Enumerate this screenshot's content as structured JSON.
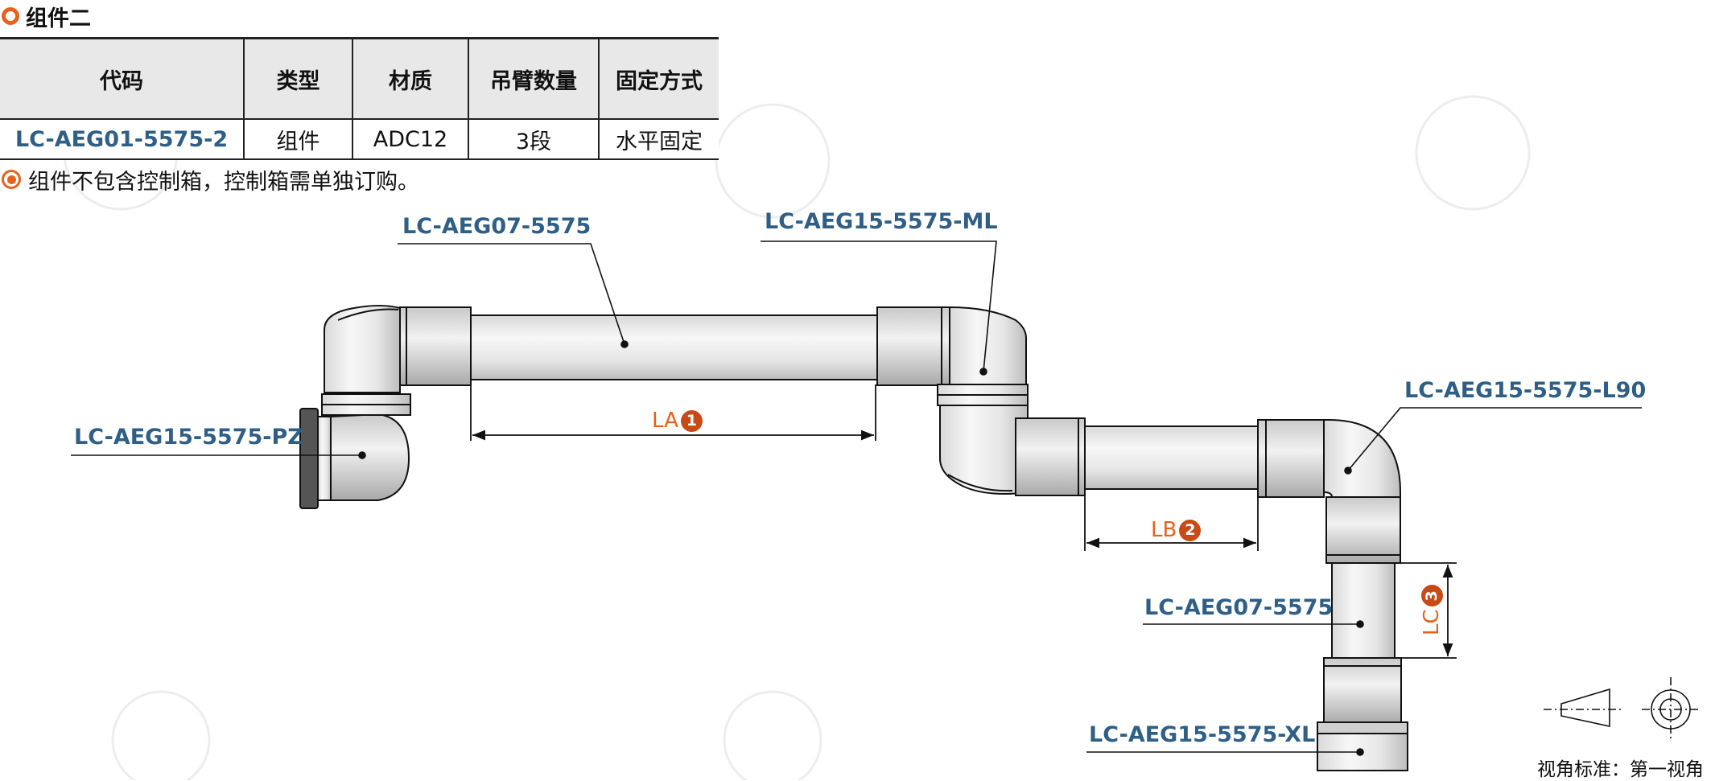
{
  "section": {
    "title": "组件二"
  },
  "table": {
    "headers": [
      "代码",
      "类型",
      "材质",
      "吊臂数量",
      "固定方式"
    ],
    "rows": [
      [
        "LC-AEG01-5575-2",
        "组件",
        "ADC12",
        "3段",
        "水平固定"
      ]
    ]
  },
  "note": "组件不包含控制箱，控制箱需单独订购。",
  "callouts": {
    "tube_top": "LC-AEG07-5575",
    "elbow_ml": "LC-AEG15-5575-ML",
    "base_pz": "LC-AEG15-5575-PZ",
    "elbow_l90": "LC-AEG15-5575-L90",
    "tube_vertical": "LC-AEG07-5575",
    "end_xl": "LC-AEG15-5575-XL"
  },
  "dimensions": {
    "la": {
      "label": "LA",
      "badge": "1"
    },
    "lb": {
      "label": "LB",
      "badge": "2"
    },
    "lc": {
      "label": "LC",
      "badge": "3"
    }
  },
  "projection_label": "视角标准：第一视角",
  "colors": {
    "accent": "#e8611a",
    "badge": "#c84a16",
    "callout": "#2f5f86"
  }
}
